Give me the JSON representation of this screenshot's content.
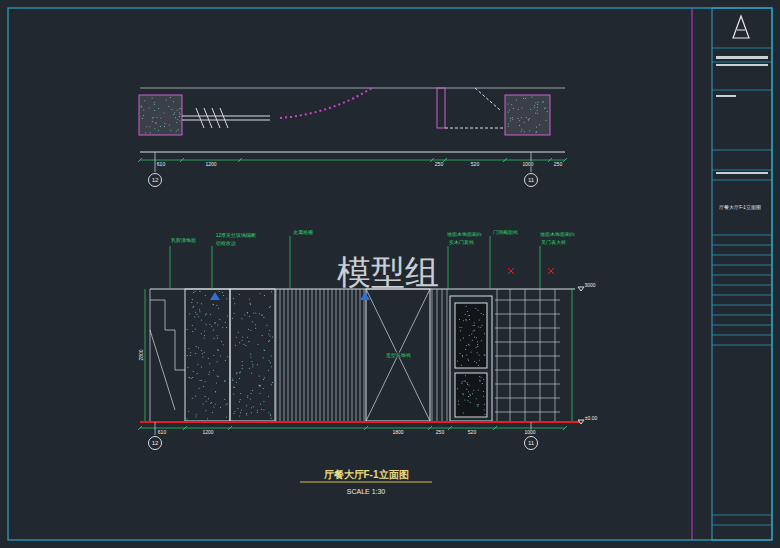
{
  "diagram": {
    "title": "厅餐大厅F-1立面图",
    "nodes": [
      {
        "text": [
          "12"
        ]
      },
      {
        "text": [
          "11"
        ]
      },
      {
        "text": [
          "12"
        ]
      },
      {
        "text": [
          "11"
        ]
      }
    ],
    "labels": [
      "模型组",
      "SCALE 1:30",
      "610",
      "1200",
      "250",
      "520",
      "1000",
      "250",
      "610",
      "1200",
      "1800",
      "250",
      "520",
      "1000",
      "2800",
      "3000",
      "±0.00",
      "乳胶漆饰面",
      "12厚夹丝玻璃隔断",
      "铝框收边",
      "金属格栅",
      "墙面木饰面刷白",
      "实木门套线",
      "门洞截面线",
      "墙面木饰面刷白",
      "见门表大样",
      "造型装饰线",
      "厅餐大厅F-1立面图"
    ]
  }
}
